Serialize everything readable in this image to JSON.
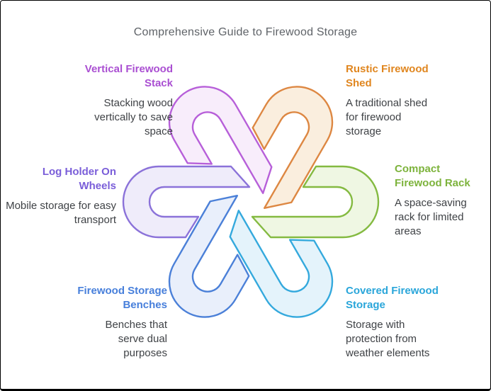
{
  "title": "Comprehensive Guide to Firewood Storage",
  "items": [
    {
      "id": "vertical-firewood-stack",
      "label": "Vertical Firewood Stack",
      "description": "Stacking wood vertically to save space",
      "color": "#aa4fd2"
    },
    {
      "id": "rustic-firewood-shed",
      "label": "Rustic Firewood Shed",
      "description": "A traditional shed for firewood storage",
      "color": "#e0861f"
    },
    {
      "id": "compact-firewood-rack",
      "label": "Compact Firewood Rack",
      "description": "A space-saving rack for limited areas",
      "color": "#7db33c"
    },
    {
      "id": "covered-firewood-storage",
      "label": "Covered Firewood Storage",
      "description": "Storage with protection from weather elements",
      "color": "#2aa6da"
    },
    {
      "id": "firewood-storage-benches",
      "label": "Firewood Storage Benches",
      "description": "Benches that serve dual purposes",
      "color": "#477fdb"
    },
    {
      "id": "log-holder-on-wheels",
      "label": "Log Holder On Wheels",
      "description": "Mobile storage for easy transport",
      "color": "#7a5ed9"
    }
  ],
  "loops": [
    {
      "name": "rustic-firewood-shed",
      "stroke": "#dd8742",
      "fill": "#faeede"
    },
    {
      "name": "vertical-firewood-stack",
      "stroke": "#b75fd9",
      "fill": "#f8edfb"
    },
    {
      "name": "log-holder-on-wheels",
      "stroke": "#8b72d9",
      "fill": "#efecfa"
    },
    {
      "name": "firewood-storage-benches",
      "stroke": "#4b80d8",
      "fill": "#e9effb"
    },
    {
      "name": "covered-firewood-storage",
      "stroke": "#34a9dd",
      "fill": "#e4f3fb"
    },
    {
      "name": "compact-firewood-rack",
      "stroke": "#84ba41",
      "fill": "#eff7e3"
    }
  ],
  "text_colors": {
    "title": "#5f6368",
    "description": "#3f4246"
  }
}
